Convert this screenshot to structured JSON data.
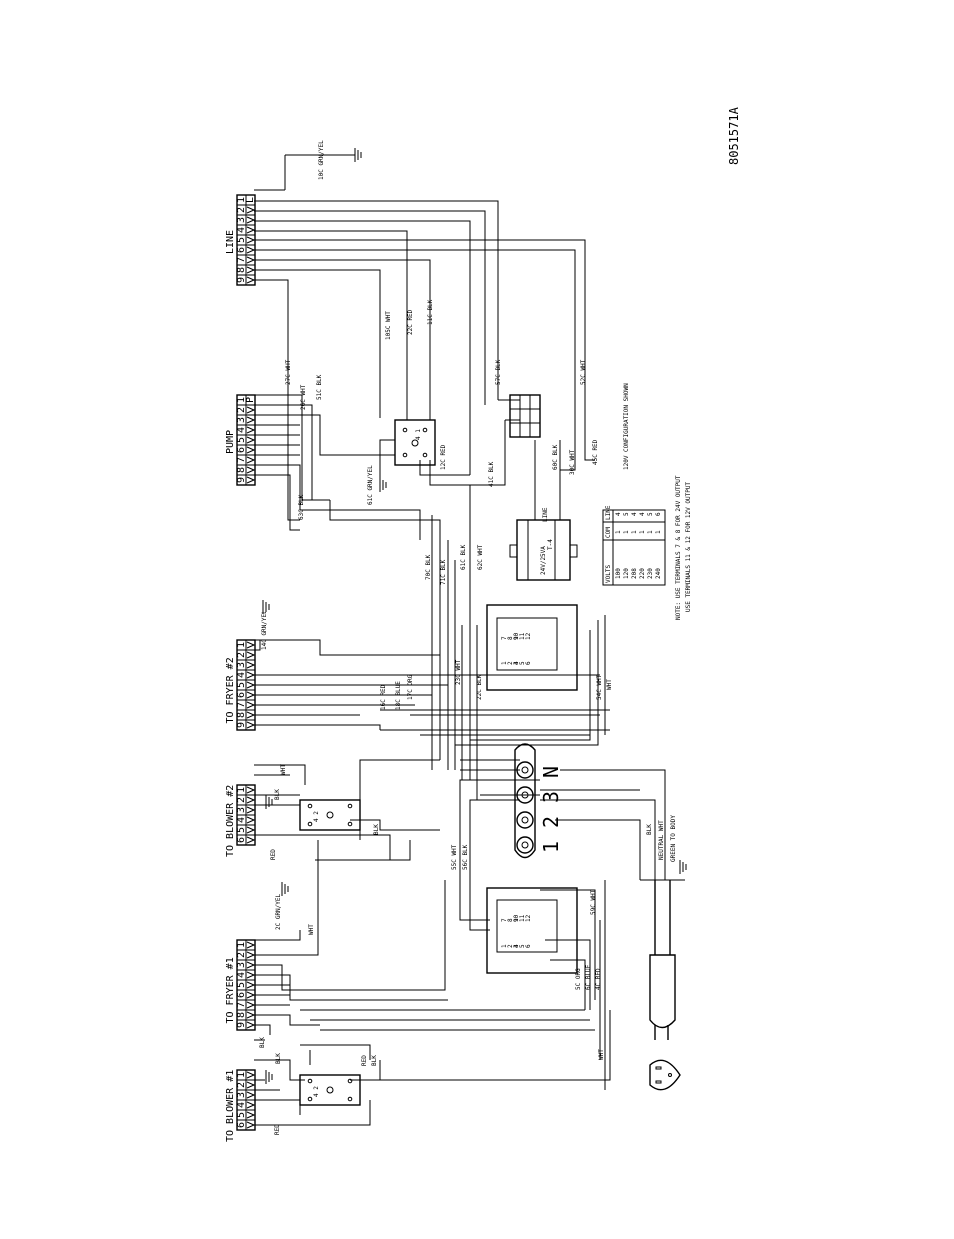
{
  "drawing_number": "8051571A",
  "terminal_blocks": [
    {
      "id": "blower1",
      "title": "TO BLOWER #1",
      "numbers": [
        "6",
        "5",
        "4",
        "3",
        "2",
        "1"
      ],
      "cells": [
        "",
        "",
        "",
        "",
        "",
        ""
      ]
    },
    {
      "id": "fryer1",
      "title": "TO FRYER #1",
      "numbers": [
        "9",
        "8",
        "7",
        "6",
        "5",
        "4",
        "3",
        "2",
        "1"
      ],
      "cells": [
        "",
        "",
        "",
        "",
        "",
        "",
        "",
        "",
        ""
      ]
    },
    {
      "id": "blower2",
      "title": "TO BLOWER #2",
      "numbers": [
        "6",
        "5",
        "4",
        "3",
        "2",
        "1"
      ],
      "cells": [
        "",
        "",
        "",
        "",
        "",
        ""
      ]
    },
    {
      "id": "fryer2",
      "title": "TO FRYER #2",
      "numbers": [
        "9",
        "8",
        "7",
        "6",
        "5",
        "4",
        "3",
        "2",
        "1"
      ],
      "cells": [
        "",
        "",
        "",
        "",
        "",
        "",
        "",
        "",
        ""
      ]
    },
    {
      "id": "pump",
      "title": "PUMP",
      "numbers": [
        "9",
        "8",
        "7",
        "6",
        "5",
        "4",
        "3",
        "2",
        "1"
      ],
      "cells": [
        "",
        "",
        "",
        "",
        "",
        "",
        "",
        "",
        "P"
      ]
    },
    {
      "id": "line",
      "title": "LINE",
      "numbers": [
        "9",
        "8",
        "7",
        "6",
        "5",
        "4",
        "3",
        "2",
        "1"
      ],
      "cells": [
        "",
        "",
        "",
        "",
        "",
        "",
        "",
        "",
        "L"
      ]
    }
  ],
  "wire_labels": {
    "w10c": "10C GRN/YEL",
    "w27c": "27C WHT",
    "w26c": "26C WHT",
    "w51c": "51C BLK",
    "w105c": "105C WHT",
    "w22c": "22C RED",
    "w11c": "11C BLK",
    "w57c": "57C BLK",
    "w52c": "52C WHT",
    "w63c": "63C BLK",
    "w61cg": "61C GRN/YEL",
    "w12c": "12C RED",
    "w41c": "41C BLK",
    "w60c": "60C BLK",
    "w30c": "30C WHT",
    "w45c": "45C RED",
    "w70c": "70C BLK",
    "w71c": "71C BLK",
    "w61c": "61C BLK",
    "w62c": "62C WHT",
    "w14c": "14C GRN/YEL",
    "w16c": "16C RED",
    "w18c": "18C BLUE",
    "w17c": "17C ORG",
    "w23c": "23C WHT",
    "w22cblk": "22C BLK",
    "w54c": "54C WHT",
    "wht": "WHT",
    "b2wht": "WHT",
    "b2blk": "BLK",
    "b2blk2": "BLK",
    "b2red": "RED",
    "w55c": "55C WHT",
    "w56c": "56C BLK",
    "w59c": "59C WHT",
    "w2c": "2C GRN/YEL",
    "fwht": "WHT",
    "w5c": "5C ORG",
    "w6c": "6C BLUE",
    "w4c": "4C RED",
    "b1blk": "BLK",
    "b1blk2": "BLK",
    "b1red": "RED",
    "b1blk3": "BLK",
    "b1red2": "RED",
    "bwht": "WHT",
    "blk": "BLK",
    "neutral": "NEUTRAL WHT",
    "green": "GREEN TO BODY"
  },
  "transformer": {
    "rating": "24V/25VA",
    "name": "T-4",
    "line": "LINE"
  },
  "config_shown": "120V CONFIGURATION SHOWN",
  "volts_table": {
    "headers": [
      "VOLTS",
      "COM",
      "LINE"
    ],
    "rows": [
      [
        "100",
        "1",
        "4"
      ],
      [
        "120",
        "1",
        "5"
      ],
      [
        "208",
        "1",
        "4"
      ],
      [
        "220",
        "1",
        "4"
      ],
      [
        "230",
        "1",
        "5"
      ],
      [
        "240",
        "1",
        "6"
      ]
    ]
  },
  "notes": [
    "NOTE: USE TERMINALS 7 & 8 FOR 24V OUTPUT",
    "USE TERMINALS 11 & 12 FOR 12V OUTPUT"
  ],
  "relay_labels": {
    "top_left": [
      "1",
      "2",
      "3",
      "4",
      "5",
      "6"
    ],
    "top_right": [
      "7",
      "8",
      "9",
      "10",
      "11",
      "12"
    ],
    "low_left": [
      "1",
      "2",
      "3",
      "4",
      "5",
      "6"
    ],
    "low_right": [
      "7",
      "8",
      "9",
      "10",
      "11",
      "12"
    ]
  },
  "power_block_numbers": [
    "1",
    "2",
    "3",
    "N"
  ]
}
